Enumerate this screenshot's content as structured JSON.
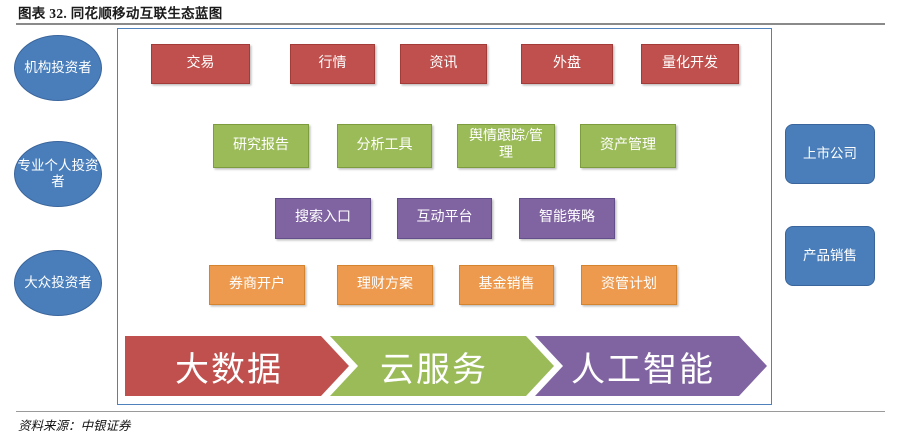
{
  "figure": {
    "title": "图表 32. 同花顺移动互联生态蓝图",
    "source": "资料来源：中银证券"
  },
  "investors": [
    {
      "label": "机构投资者"
    },
    {
      "label": "专业个人投资者"
    },
    {
      "label": "大众投资者"
    }
  ],
  "right_nodes": [
    {
      "label": "上市公司"
    },
    {
      "label": "产品销售"
    }
  ],
  "rows": {
    "red": [
      {
        "label": "交易"
      },
      {
        "label": "行情"
      },
      {
        "label": "资讯"
      },
      {
        "label": "外盘"
      },
      {
        "label": "量化开发"
      }
    ],
    "green": [
      {
        "label": "研究报告"
      },
      {
        "label": "分析工具"
      },
      {
        "label": "舆情跟踪/管理"
      },
      {
        "label": "资产管理"
      }
    ],
    "purple": [
      {
        "label": "搜索入口"
      },
      {
        "label": "互动平台"
      },
      {
        "label": "智能策略"
      }
    ],
    "orange": [
      {
        "label": "券商开户"
      },
      {
        "label": "理财方案"
      },
      {
        "label": "基金销售"
      },
      {
        "label": "资管计划"
      }
    ]
  },
  "foundation": [
    {
      "label": "大数据"
    },
    {
      "label": "云服务"
    },
    {
      "label": "人工智能"
    }
  ],
  "colors": {
    "red": "#c0504d",
    "green": "#9bbb59",
    "purple": "#8064a2",
    "orange": "#ed9a4e",
    "blue": "#4a7ebb",
    "frame_border": "#4f81bd"
  }
}
